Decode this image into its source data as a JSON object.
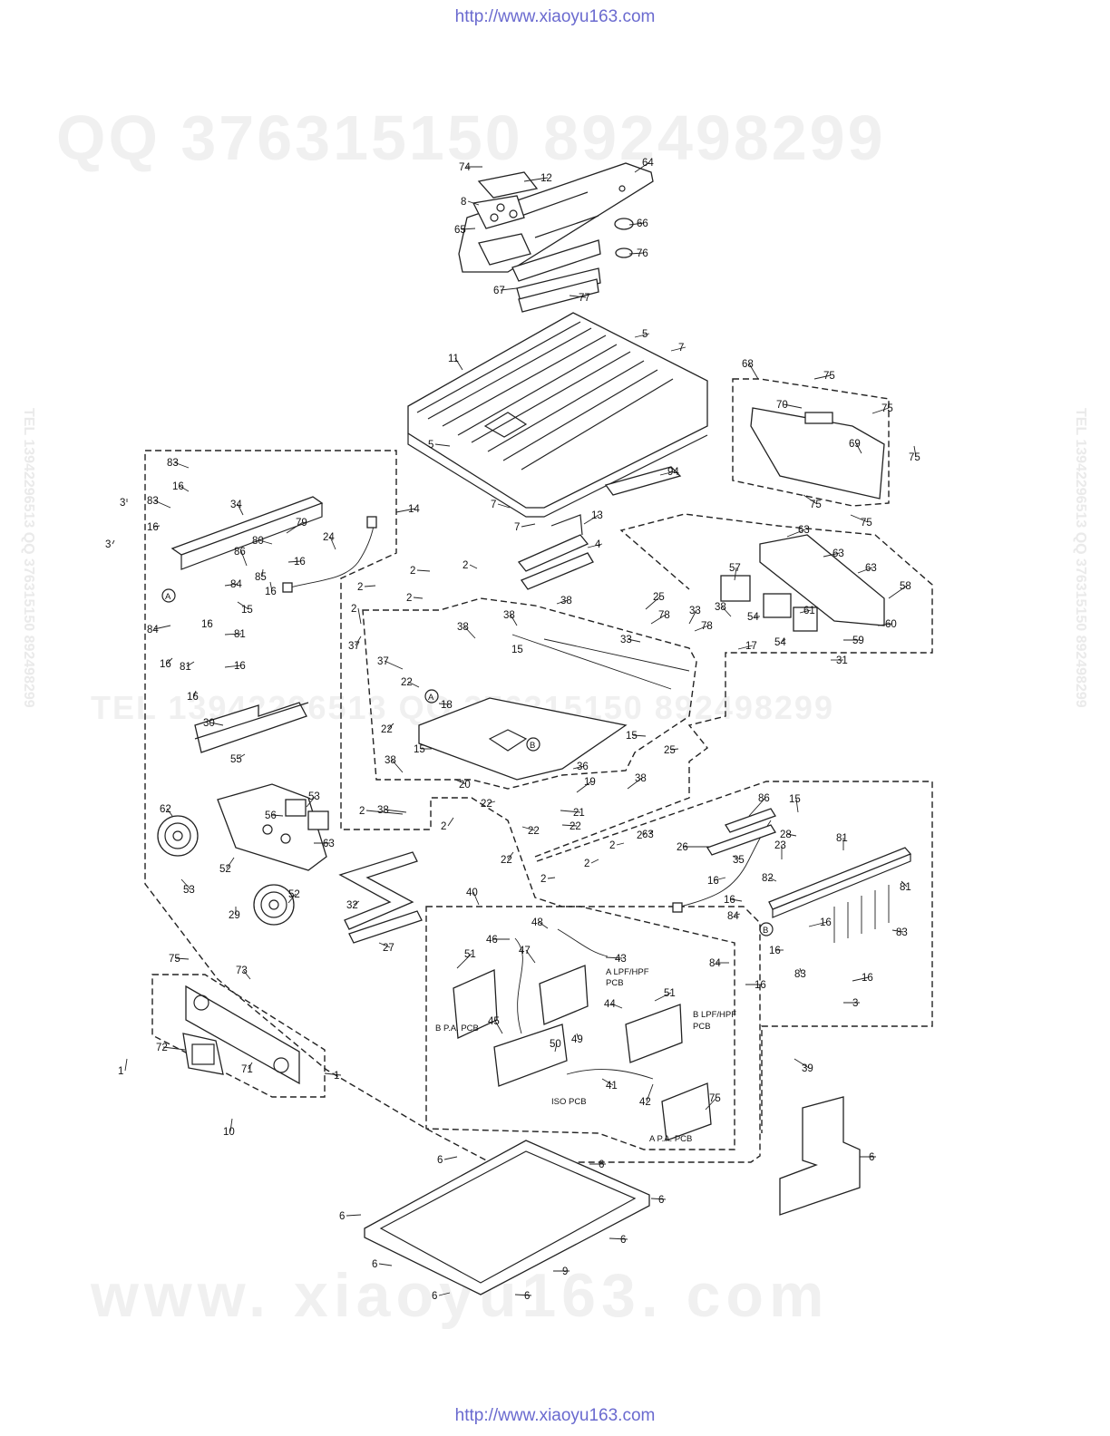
{
  "page": {
    "url_top": "http://www.xiaoyu163.com",
    "url_bottom": "http://www.xiaoyu163.com"
  },
  "watermarks": {
    "qq": "QQ 376315150    892498299",
    "tel": "TEL 13942296513  QQ 376315150  892498299",
    "bottom": "www. xiaoyu163. com",
    "side": "TEL 13942296513 QQ 376315150 892498299"
  },
  "pcb_labels": {
    "a_lpf_hpf": "A LPF/HPF",
    "a_lpf_hpf_2": "PCB",
    "b_lpf_hpf": "B LPF/HPF",
    "b_lpf_hpf_2": "PCB",
    "b_pa": "B P.A. PCB",
    "a_pa": "A P.A. PCB",
    "iso": "ISO PCB"
  },
  "ref_marks": {
    "a": "A",
    "b": "B"
  },
  "callouts": [
    {
      "n": "74"
    },
    {
      "n": "12"
    },
    {
      "n": "64"
    },
    {
      "n": "8"
    },
    {
      "n": "65"
    },
    {
      "n": "66"
    },
    {
      "n": "76"
    },
    {
      "n": "67"
    },
    {
      "n": "77"
    },
    {
      "n": "5"
    },
    {
      "n": "7"
    },
    {
      "n": "11"
    },
    {
      "n": "5"
    },
    {
      "n": "94"
    },
    {
      "n": "7"
    },
    {
      "n": "7"
    },
    {
      "n": "13"
    },
    {
      "n": "4"
    },
    {
      "n": "68"
    },
    {
      "n": "75"
    },
    {
      "n": "70"
    },
    {
      "n": "75"
    },
    {
      "n": "69"
    },
    {
      "n": "75"
    },
    {
      "n": "75"
    },
    {
      "n": "75"
    },
    {
      "n": "14"
    },
    {
      "n": "83"
    },
    {
      "n": "16"
    },
    {
      "n": "3"
    },
    {
      "n": "34"
    },
    {
      "n": "83"
    },
    {
      "n": "16"
    },
    {
      "n": "3"
    },
    {
      "n": "79"
    },
    {
      "n": "24"
    },
    {
      "n": "80"
    },
    {
      "n": "16"
    },
    {
      "n": "86"
    },
    {
      "n": "85"
    },
    {
      "n": "16"
    },
    {
      "n": "84"
    },
    {
      "n": "15"
    },
    {
      "n": "84"
    },
    {
      "n": "16"
    },
    {
      "n": "81"
    },
    {
      "n": "16"
    },
    {
      "n": "81"
    },
    {
      "n": "16"
    },
    {
      "n": "16"
    },
    {
      "n": "2"
    },
    {
      "n": "2"
    },
    {
      "n": "2"
    },
    {
      "n": "2"
    },
    {
      "n": "37"
    },
    {
      "n": "38"
    },
    {
      "n": "25"
    },
    {
      "n": "2"
    },
    {
      "n": "38"
    },
    {
      "n": "38"
    },
    {
      "n": "15"
    },
    {
      "n": "78"
    },
    {
      "n": "33"
    },
    {
      "n": "78"
    },
    {
      "n": "33"
    },
    {
      "n": "38"
    },
    {
      "n": "17"
    },
    {
      "n": "37"
    },
    {
      "n": "22"
    },
    {
      "n": "18"
    },
    {
      "n": "22"
    },
    {
      "n": "2"
    },
    {
      "n": "15"
    },
    {
      "n": "15"
    },
    {
      "n": "25"
    },
    {
      "n": "38"
    },
    {
      "n": "36"
    },
    {
      "n": "20"
    },
    {
      "n": "19"
    },
    {
      "n": "22"
    },
    {
      "n": "21"
    },
    {
      "n": "38"
    },
    {
      "n": "2"
    },
    {
      "n": "22"
    },
    {
      "n": "22"
    },
    {
      "n": "22"
    },
    {
      "n": "38"
    },
    {
      "n": "2"
    },
    {
      "n": "2"
    },
    {
      "n": "2"
    },
    {
      "n": "2"
    },
    {
      "n": "63"
    },
    {
      "n": "63"
    },
    {
      "n": "63"
    },
    {
      "n": "63"
    },
    {
      "n": "58"
    },
    {
      "n": "57"
    },
    {
      "n": "54"
    },
    {
      "n": "61"
    },
    {
      "n": "60"
    },
    {
      "n": "54"
    },
    {
      "n": "59"
    },
    {
      "n": "31"
    },
    {
      "n": "30"
    },
    {
      "n": "55"
    },
    {
      "n": "56"
    },
    {
      "n": "53"
    },
    {
      "n": "62"
    },
    {
      "n": "63"
    },
    {
      "n": "52"
    },
    {
      "n": "53"
    },
    {
      "n": "52"
    },
    {
      "n": "29"
    },
    {
      "n": "32"
    },
    {
      "n": "27"
    },
    {
      "n": "86"
    },
    {
      "n": "15"
    },
    {
      "n": "28"
    },
    {
      "n": "26"
    },
    {
      "n": "35"
    },
    {
      "n": "81"
    },
    {
      "n": "23"
    },
    {
      "n": "16"
    },
    {
      "n": "82"
    },
    {
      "n": "81"
    },
    {
      "n": "16"
    },
    {
      "n": "84"
    },
    {
      "n": "16"
    },
    {
      "n": "83"
    },
    {
      "n": "84"
    },
    {
      "n": "16"
    },
    {
      "n": "16"
    },
    {
      "n": "83"
    },
    {
      "n": "16"
    },
    {
      "n": "3"
    },
    {
      "n": "39"
    },
    {
      "n": "40"
    },
    {
      "n": "48"
    },
    {
      "n": "46"
    },
    {
      "n": "43"
    },
    {
      "n": "51"
    },
    {
      "n": "47"
    },
    {
      "n": "51"
    },
    {
      "n": "44"
    },
    {
      "n": "45"
    },
    {
      "n": "50"
    },
    {
      "n": "49"
    },
    {
      "n": "41"
    },
    {
      "n": "42"
    },
    {
      "n": "75"
    },
    {
      "n": "75"
    },
    {
      "n": "73"
    },
    {
      "n": "72"
    },
    {
      "n": "71"
    },
    {
      "n": "1"
    },
    {
      "n": "1"
    },
    {
      "n": "10"
    },
    {
      "n": "6"
    },
    {
      "n": "6"
    },
    {
      "n": "6"
    },
    {
      "n": "6"
    },
    {
      "n": "6"
    },
    {
      "n": "6"
    },
    {
      "n": "6"
    },
    {
      "n": "6"
    },
    {
      "n": "6"
    },
    {
      "n": "9"
    }
  ]
}
